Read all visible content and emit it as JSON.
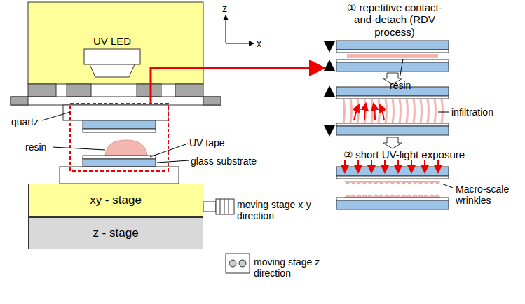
{
  "diagram": {
    "nodes": [
      {
        "text": [
          "UV LED"
        ]
      },
      {
        "text": [
          "xy - stage"
        ]
      },
      {
        "text": [
          "z - stage"
        ]
      }
    ],
    "labels": [
      "z",
      "x",
      "quartz",
      "resin",
      "UV tape",
      "glass substrate",
      "moving stage x-y direction",
      "moving stage z direction",
      "① repetitive contact-and-detach (RDV process)",
      "resin",
      "infiltration",
      "② short UV-light exposure",
      "Macro-scale wrinkles"
    ]
  }
}
